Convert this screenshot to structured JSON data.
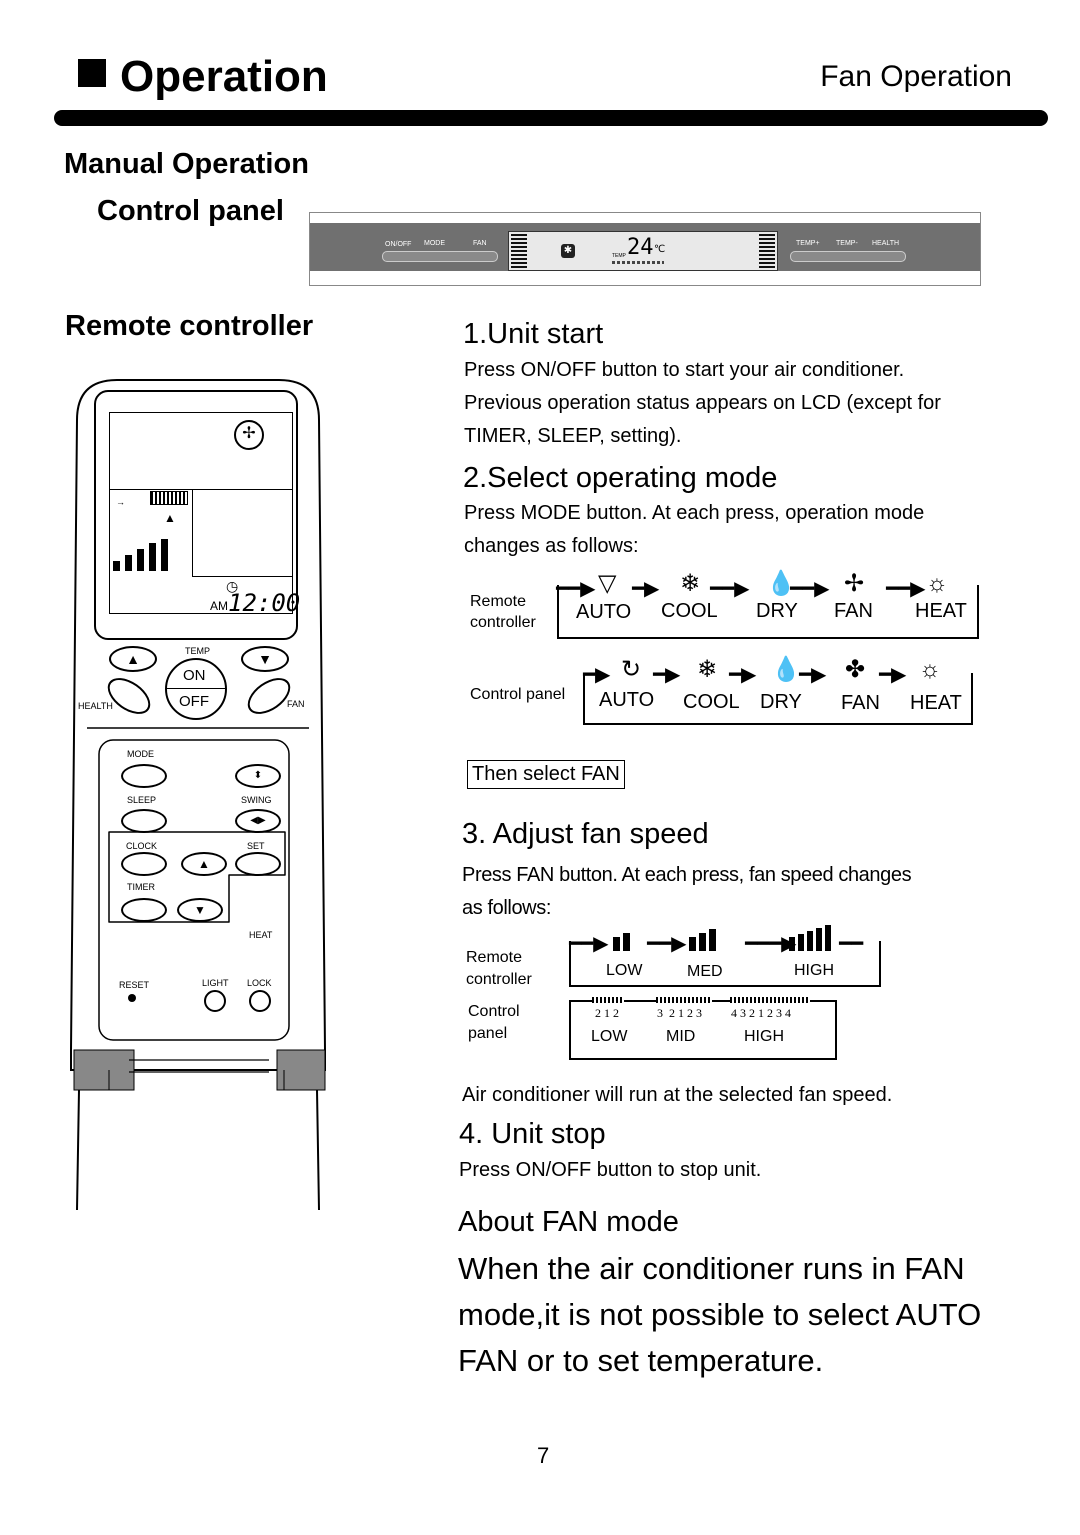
{
  "header": {
    "title": "Operation",
    "subtitle": "Fan Operation"
  },
  "sections": {
    "manual_operation": "Manual Operation",
    "control_panel": "Control panel",
    "remote_controller": "Remote controller"
  },
  "control_panel": {
    "left_labels": [
      "ON/OFF",
      "MODE",
      "FAN"
    ],
    "right_labels": [
      "TEMP+",
      "TEMP-",
      "HEALTH"
    ],
    "display_temp": "24",
    "display_unit": "℃",
    "display_small": "TEMP"
  },
  "remote": {
    "am": "AM",
    "time": "12:00",
    "temp": "TEMP",
    "on": "ON",
    "off": "OFF",
    "health": "HEALTH",
    "fan": "FAN",
    "mode": "MODE",
    "sleep": "SLEEP",
    "swing": "SWING",
    "clock": "CLOCK",
    "set": "SET",
    "timer": "TIMER",
    "heat": "HEAT",
    "reset": "RESET",
    "light": "LIGHT",
    "lock": "LOCK"
  },
  "step1": {
    "title": "1.Unit start",
    "lines": [
      "Press ON/OFF button to start your air conditioner.",
      "Previous operation status appears on LCD (except for",
      "TIMER, SLEEP, setting)."
    ]
  },
  "step2": {
    "title": "2.Select operating mode",
    "lines": [
      "Press MODE button. At each press, operation mode",
      "changes as follows:"
    ],
    "remote_label": [
      "Remote",
      "controller"
    ],
    "panel_label": "Control panel",
    "remote_modes": [
      "AUTO",
      "COOL",
      "DRY",
      "FAN",
      "HEAT"
    ],
    "panel_modes": [
      "AUTO",
      "COOL",
      "DRY",
      "FAN",
      "HEAT"
    ],
    "then": "Then  select FAN"
  },
  "step3": {
    "title": "3. Adjust fan speed",
    "lines": [
      "Press FAN button. At each press, fan speed changes",
      "as follows:"
    ],
    "remote_label": [
      "Remote",
      "controller"
    ],
    "panel_label": [
      "Control",
      "panel"
    ],
    "remote_speeds": [
      "LOW",
      "MED",
      "HIGH"
    ],
    "panel_speeds": [
      "LOW",
      "MID",
      "HIGH"
    ],
    "panel_digits": [
      "2 1 2",
      "3  2 1 2 3",
      "4 3 2 1 2 3 4"
    ],
    "note": "Air conditioner will run at the selected fan speed."
  },
  "step4": {
    "title": "4. Unit stop",
    "line": "Press ON/OFF button to stop unit."
  },
  "about": {
    "title": "About FAN mode",
    "lines": [
      "When the air conditioner runs in FAN",
      "mode,it is not possible to select AUTO",
      "FAN or to set temperature."
    ]
  },
  "page_number": "7",
  "colors": {
    "panel_gray": "#707070",
    "text": "#000000"
  }
}
